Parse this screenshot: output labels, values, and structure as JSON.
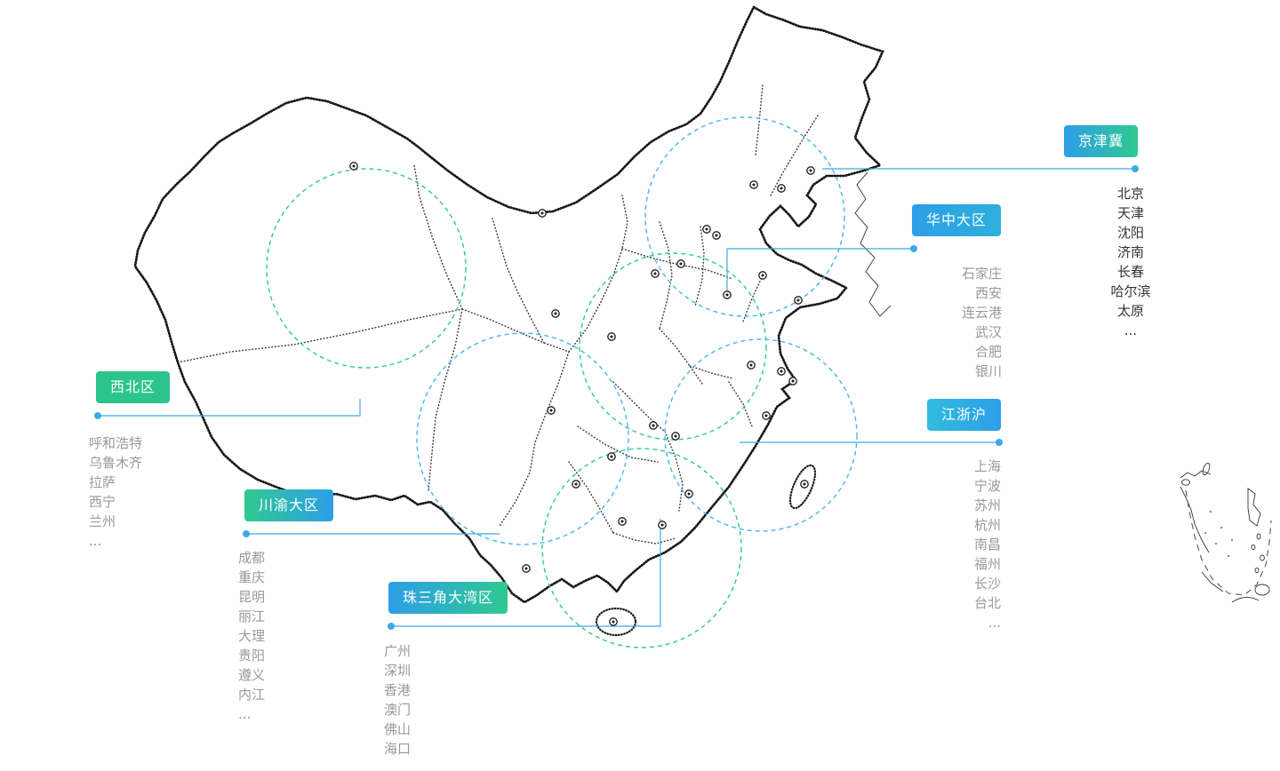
{
  "colors": {
    "connector": "#3FA9E8",
    "circle_green": "#2EC98E",
    "circle_blue": "#45B5F0",
    "map_outline": "#1a1a1a"
  },
  "regions": [
    {
      "id": "jingjinji",
      "label": "京津冀",
      "gradient_from": "#2D9EE8",
      "gradient_to": "#30C990",
      "list_color": "#333333",
      "cities": [
        "北京",
        "天津",
        "沈阳",
        "济南",
        "长春",
        "哈尔滨",
        "太原",
        "..."
      ]
    },
    {
      "id": "huazhong",
      "label": "华中大区",
      "gradient_from": "#2D9EE8",
      "gradient_to": "#2DB0DC",
      "list_color": "#999999",
      "cities": [
        "石家庄",
        "西安",
        "连云港",
        "武汉",
        "合肥",
        "银川"
      ]
    },
    {
      "id": "xibei",
      "label": "西北区",
      "gradient_from": "#2BC48C",
      "gradient_to": "#2BC48C",
      "list_color": "#999999",
      "cities": [
        "呼和浩特",
        "乌鲁木齐",
        "拉萨",
        "西宁",
        "兰州",
        "..."
      ]
    },
    {
      "id": "jiangzhehu",
      "label": "江浙沪",
      "gradient_from": "#32BCE0",
      "gradient_to": "#2D9EE8",
      "list_color": "#999999",
      "cities": [
        "上海",
        "宁波",
        "苏州",
        "杭州",
        "南昌",
        "福州",
        "长沙",
        "台北",
        "..."
      ]
    },
    {
      "id": "chuanyu",
      "label": "川渝大区",
      "gradient_from": "#30C990",
      "gradient_to": "#2D9EE8",
      "list_color": "#999999",
      "cities": [
        "成都",
        "重庆",
        "昆明",
        "丽江",
        "大理",
        "贵阳",
        "遵义",
        "内江",
        "..."
      ]
    },
    {
      "id": "zhusanjiao",
      "label": "珠三角大湾区",
      "gradient_from": "#2D9EE8",
      "gradient_to": "#30C990",
      "list_color": "#999999",
      "cities": [
        "广州",
        "深圳",
        "香港",
        "澳门",
        "佛山",
        "海口",
        "..."
      ]
    }
  ]
}
